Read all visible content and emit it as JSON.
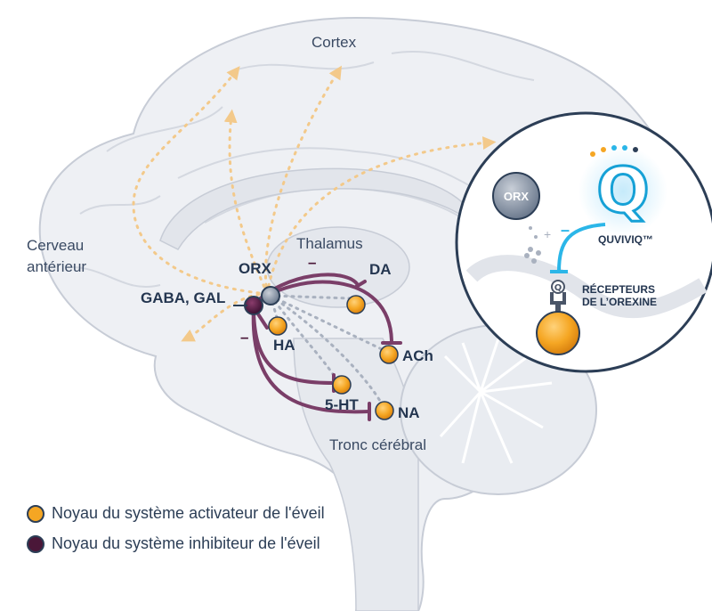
{
  "labels": {
    "cortex": "Cortex",
    "forebrain": "Cerveau\nantérieur",
    "thalamus": "Thalamus",
    "brainstem": "Tronc cérébral"
  },
  "nuclei": {
    "orx": "ORX",
    "gaba_gal": "GABA, GAL",
    "da": "DA",
    "ha": "HA",
    "ach": "ACh",
    "serotonin": "5-HT",
    "na": "NA"
  },
  "inset": {
    "orx": "ORX",
    "drug": "QUVIVIQ™",
    "drug_letter": "Q",
    "receptors": "RÉCEPTEURS\nDE L’OREXINE",
    "plus": "+",
    "minus": "–"
  },
  "signs": {
    "minus": "–"
  },
  "legend": [
    {
      "text": "Noyau du système activateur de l'éveil",
      "color": "#f5a623"
    },
    {
      "text": "Noyau du système inhibiteur de l'éveil",
      "color": "#4a1738"
    }
  ],
  "colors": {
    "activator": "#f5a623",
    "inhibitor": "#4a1738",
    "pathway": "#7a3e68",
    "drug": "#2bb6e8",
    "brain": "#eef0f4"
  }
}
